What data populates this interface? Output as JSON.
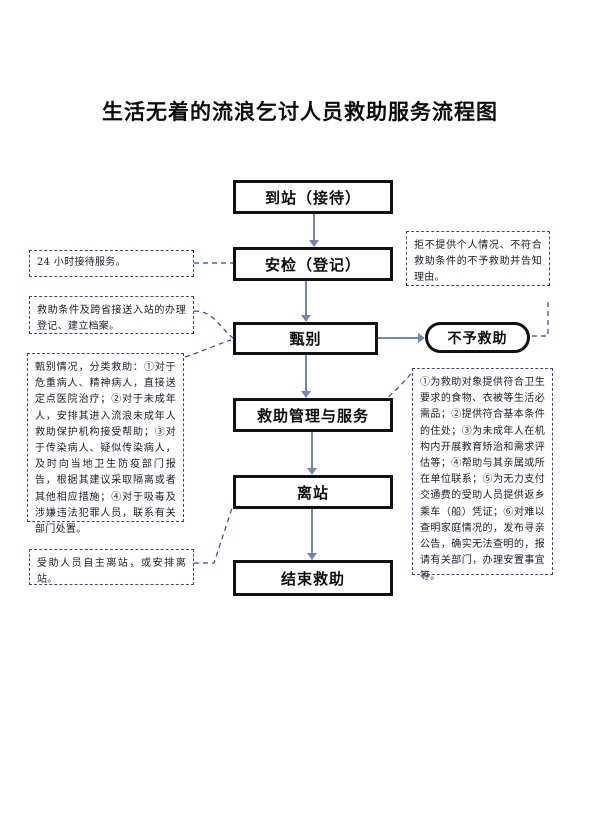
{
  "document": {
    "title": "生活无着的流浪乞讨人员救助服务流程图"
  },
  "flow": {
    "nodes": [
      {
        "id": "arrival",
        "label": "到站（接待）",
        "shape": "rect"
      },
      {
        "id": "security",
        "label": "安检（登记）",
        "shape": "rect"
      },
      {
        "id": "screening",
        "label": "甄别",
        "shape": "rect"
      },
      {
        "id": "refuse",
        "label": "不予救助",
        "shape": "pill"
      },
      {
        "id": "service",
        "label": "救助管理与服务",
        "shape": "rect"
      },
      {
        "id": "departure",
        "label": "离站",
        "shape": "rect"
      },
      {
        "id": "end",
        "label": "结束救助",
        "shape": "rect"
      }
    ],
    "edges": [
      {
        "from": "arrival",
        "to": "security",
        "style": "solid",
        "direction": "down"
      },
      {
        "from": "security",
        "to": "screening",
        "style": "solid",
        "direction": "down"
      },
      {
        "from": "screening",
        "to": "refuse",
        "style": "solid",
        "direction": "right"
      },
      {
        "from": "screening",
        "to": "service",
        "style": "solid",
        "direction": "down"
      },
      {
        "from": "service",
        "to": "departure",
        "style": "solid",
        "direction": "down"
      },
      {
        "from": "departure",
        "to": "end",
        "style": "solid",
        "direction": "down"
      }
    ]
  },
  "notes": {
    "left": [
      {
        "id": "note-reception-hours",
        "target": "security",
        "text": "24 小时接待服务。"
      },
      {
        "id": "note-registration",
        "target": "screening",
        "text": "救助条件及跨省接送入站的办理登记、建立档案。"
      },
      {
        "id": "note-screening-detail",
        "target": "screening",
        "text": "甄别情况，分类救助：①对于危重病人、精神病人，直接送定点医院治疗；②对于未成年人，安排其进入流浪未成年人救助保护机构接受帮助；③对于传染病人、疑似传染病人，及时向当地卫生防疫部门报告，根据其建议采取隔离或者其他相应措施；④对于吸毒及涉嫌违法犯罪人员，联系有关部门处置。"
      },
      {
        "id": "note-departure-detail",
        "target": "departure",
        "text": "受助人员自主离站，或安排离站。"
      }
    ],
    "right": [
      {
        "id": "note-refuse-detail",
        "target": "refuse",
        "text": "拒不提供个人情况、不符合救助条件的不予救助并告知理由。"
      },
      {
        "id": "note-service-detail",
        "target": "service",
        "text": "①为救助对象提供符合卫生要求的食物、衣被等生活必需品；②提供符合基本条件的住处；③为未成年人在机构内开展教育矫治和需求评估等；④帮助与其亲属或所在单位联系；⑤为无力支付交通费的受助人员提供返乡乘车（船）凭证；⑥对难以查明家庭情况的，发布寻亲公告，确实无法查明的，报请有关部门，办理安置事宜等。"
      }
    ]
  },
  "colors": {
    "node_border": "#111111",
    "arrow": "#7287b5",
    "note_border": "#33489c",
    "note_text": "#1b1b2e",
    "background": "#ffffff"
  }
}
